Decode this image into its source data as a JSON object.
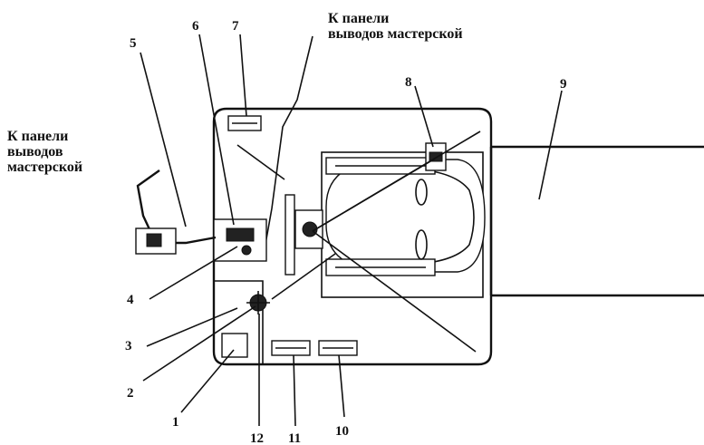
{
  "captions": {
    "top_right": [
      "К панели",
      "выводов мастерской"
    ],
    "left": [
      "К панели",
      "выводов",
      "мастерской"
    ]
  },
  "labels": [
    "1",
    "2",
    "3",
    "4",
    "5",
    "6",
    "7",
    "8",
    "9",
    "10",
    "11",
    "12"
  ]
}
